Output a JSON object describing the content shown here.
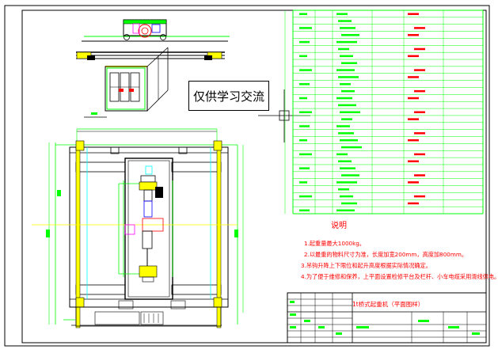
{
  "watermark": "仅供学习交流",
  "notes": {
    "title": "说明",
    "items": [
      "1.起重量最大1000kg。",
      "2.以最重的物料尺寸为准，长度加宽200mm，高度加800mm。",
      "3.吊钩升降上下限位和起升高度根据实际情况确定。",
      "4.为了便于维修和保养，上平面设置检修平台及栏杆、小车电缆采用滑线供电。"
    ]
  },
  "title_block": {
    "drawing_title": "1t桥式起重机（平面图样）"
  },
  "colors": {
    "outline": "#000000",
    "frame": "#ffffff",
    "green": "#00ff00",
    "red": "#ff0000",
    "yellow": "#ffff00",
    "cyan": "#00ffff",
    "blue": "#0000ff",
    "magenta": "#ff00ff"
  }
}
